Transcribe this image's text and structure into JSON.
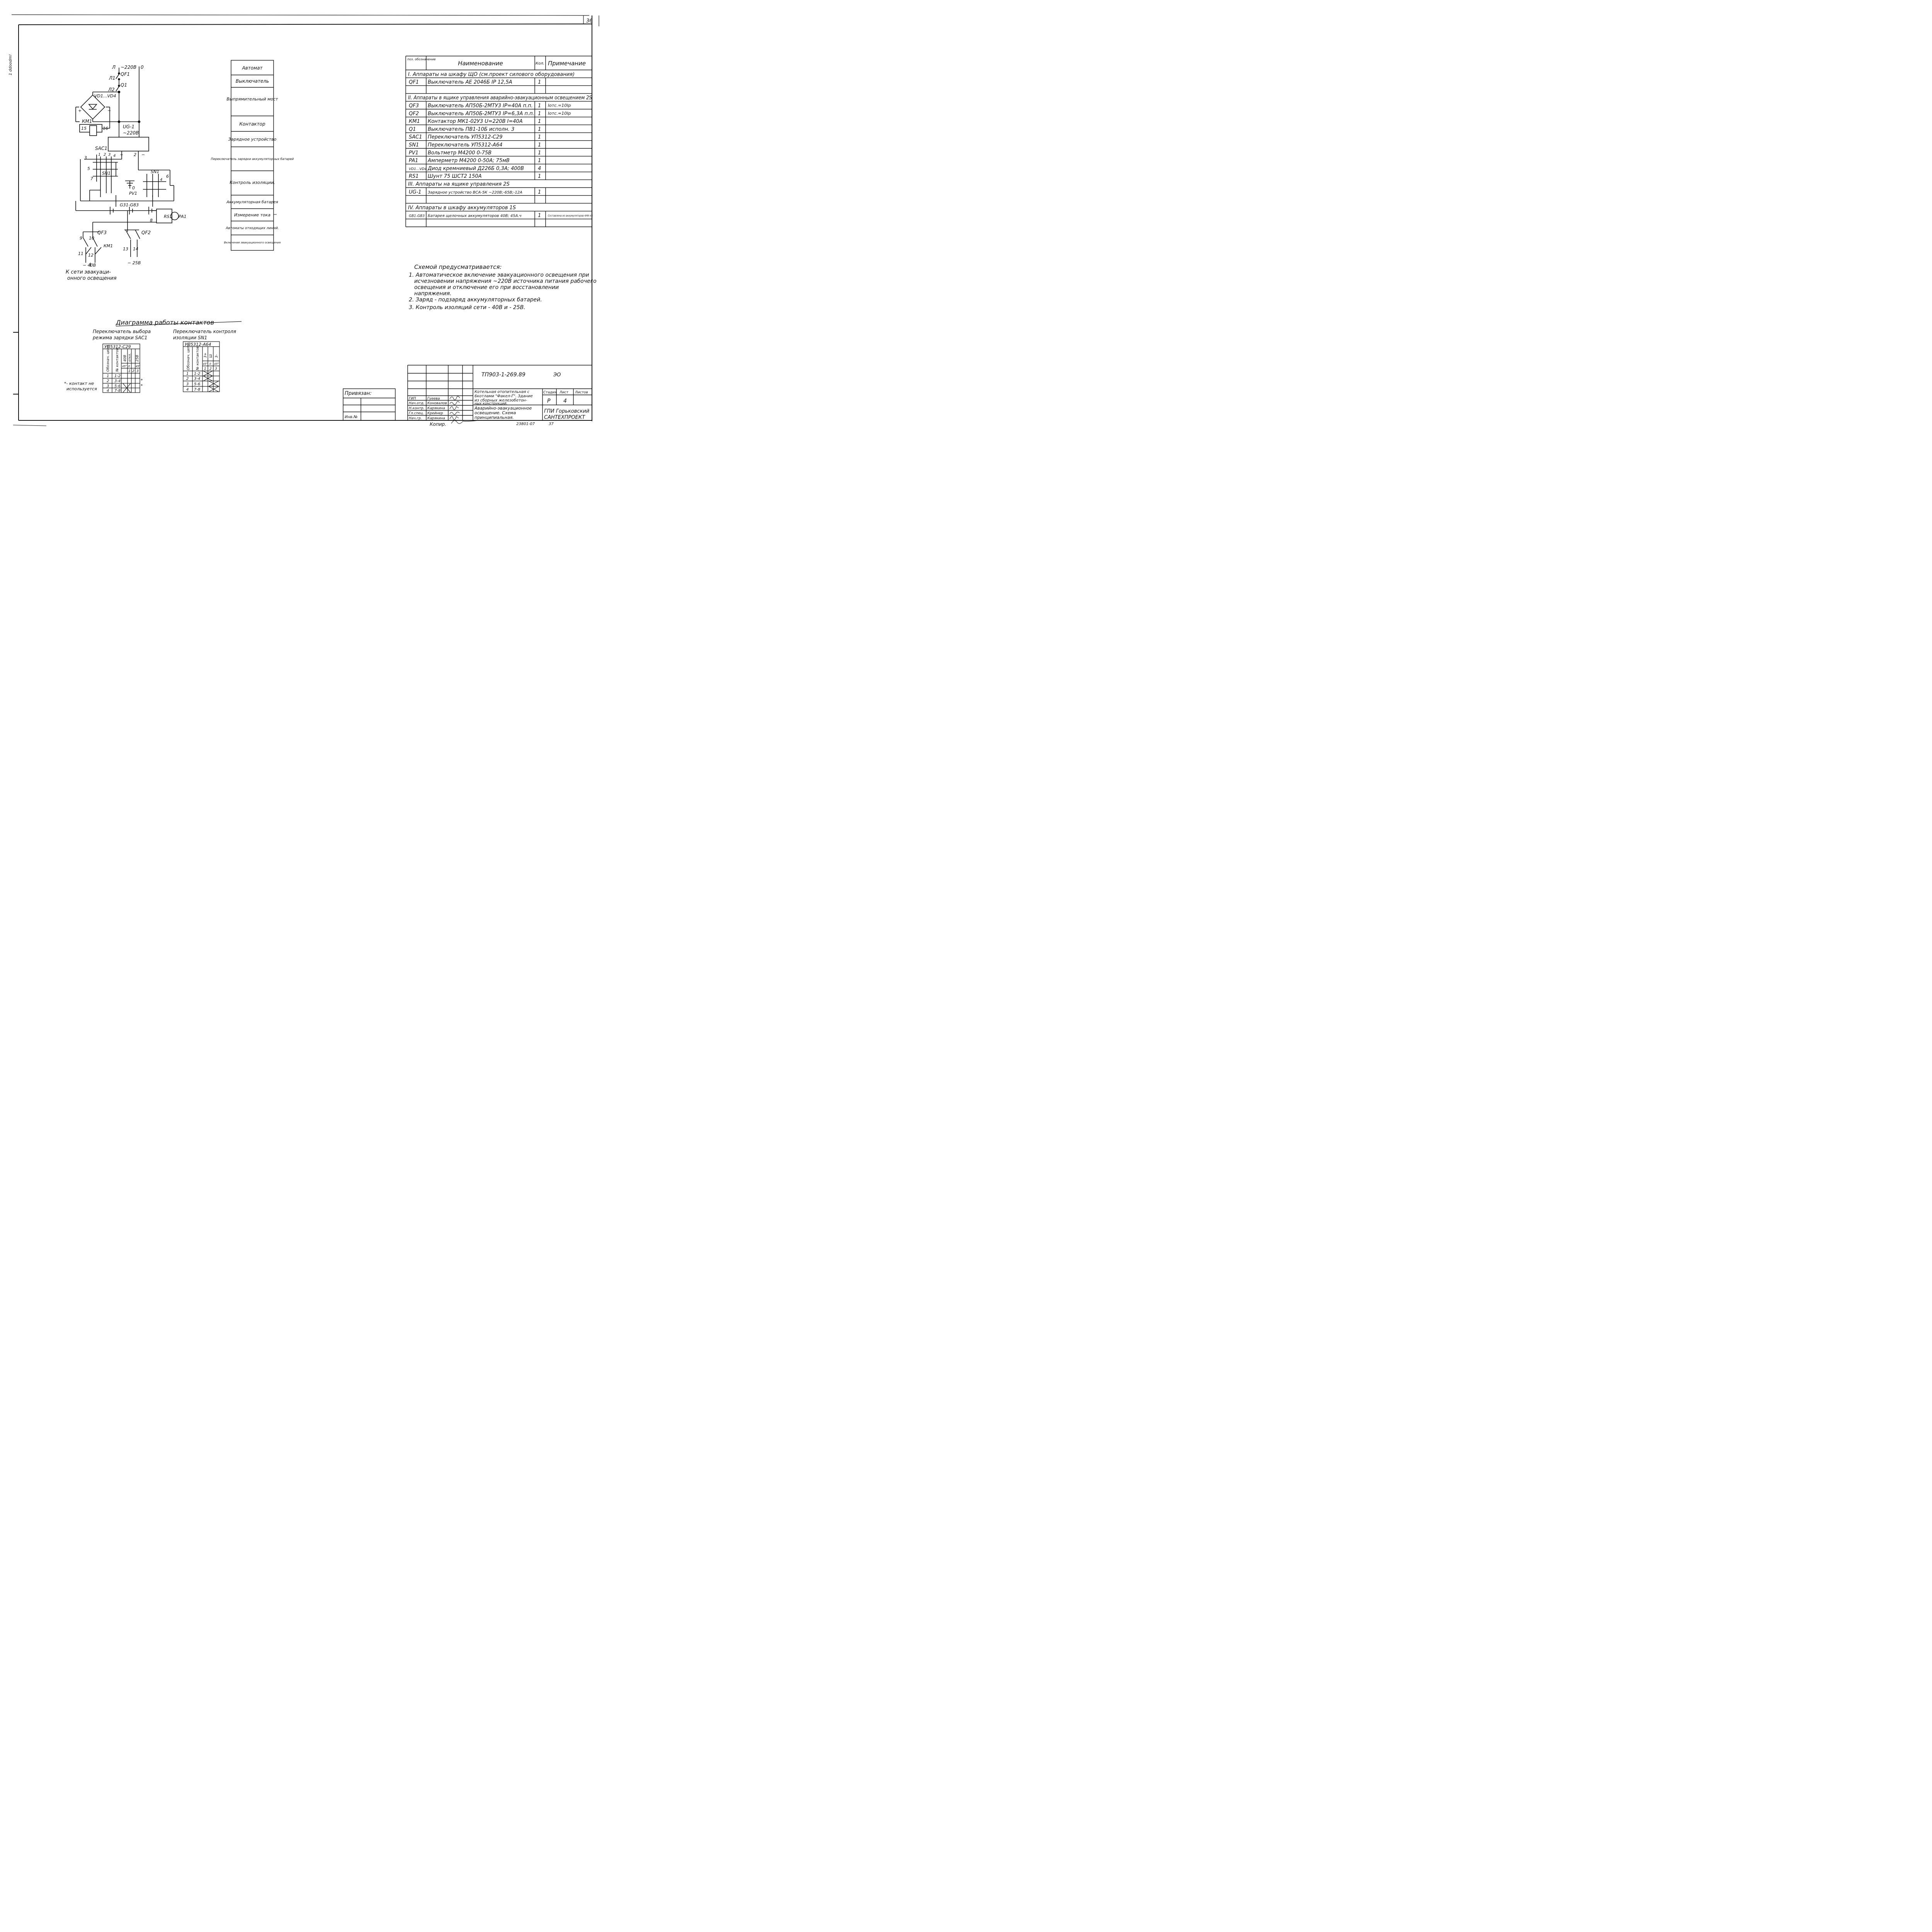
{
  "sheet_number": "36",
  "side_mark": "1 ddoodm!",
  "schematic_labels": {
    "L": "Л",
    "V220": "~220В",
    "zero": "0",
    "QF1": "QF1",
    "L1": "Л1",
    "Q1": "Q1",
    "L2": "Л2",
    "VD": "VD1...VD4",
    "KM1a": "КМ1",
    "k15": "15",
    "k16": "16",
    "UG1": "UG-1",
    "UG1v": "~220В",
    "SAC1": "SAC1",
    "n3": "3",
    "n5": "5",
    "n7": "7",
    "plus": "+",
    "minus": "−",
    "n2": "2",
    "c1": "1",
    "c2": "2",
    "c3": "3",
    "c4": "4",
    "SN1a": "SN1",
    "SN1b": "SN1",
    "n6": "6",
    "n4": "4",
    "z0": "0",
    "PV1": "PV1",
    "G": "G31-G83",
    "RS1": "RS1",
    "PA1": "PA1",
    "n8": "8",
    "QF3": "QF3",
    "n9": "9",
    "n10": "10",
    "KM1b": "КМ1",
    "n11": "11",
    "n12": "12",
    "QF2": "QF2",
    "n13": "13",
    "n14": "14",
    "v40": "− 40В",
    "v25": "− 25В",
    "caption1": "К сети эвакуаци-",
    "caption2": "онного освещения"
  },
  "legend": [
    "Автомат",
    "Выключатель",
    "Выпрямительный мост",
    "Контактор",
    "Зарядное устройство",
    "Переключатель зарядки аккумуляторных батарей",
    "Контроль изоляции.",
    "Аккумуляторная батарея",
    "Измерение тока",
    "Автоматы отходящих линий.",
    "Включение эвакуационного освещения"
  ],
  "spec_table": {
    "headers": {
      "pos": "поз. обозначение",
      "name": "Наименование",
      "qty": "Кол.",
      "note": "Примечание"
    },
    "rows": [
      {
        "section": "I. Аппараты на шкафу ЩО (см.проект силового оборудования)"
      },
      {
        "pos": "QF1",
        "name": "Выключатель АЕ 2046Б  IР 12,5А",
        "qty": "1",
        "note": ""
      },
      {
        "pos": "",
        "name": "",
        "qty": "",
        "note": ""
      },
      {
        "section": "II. Аппараты в ящике управления аварийно-эвакуационным освещением 2S"
      },
      {
        "pos": "QF3",
        "name": "Выключатель АП50Б-2МТУ3 IР=40А п.п.",
        "qty": "1",
        "note": "Iотс.=10Iр"
      },
      {
        "pos": "QF2",
        "name": "Выключатель АП50Б-2МТУ3 IР=6,3А п.п.",
        "qty": "1",
        "note": "Iотс.=10Iр"
      },
      {
        "pos": "КМ1",
        "name": "Контактор МК1-02У3 U=220В I=40А",
        "qty": "1",
        "note": ""
      },
      {
        "pos": "Q1",
        "name": "Выключатель ПВ1-10Б исполн. 3",
        "qty": "1",
        "note": ""
      },
      {
        "pos": "SAC1",
        "name": "Переключатель УП5312-С29",
        "qty": "1",
        "note": ""
      },
      {
        "pos": "SN1",
        "name": "Переключатель УП5312-А64",
        "qty": "1",
        "note": ""
      },
      {
        "pos": "PV1",
        "name": "Вольтметр М4200 0-75В",
        "qty": "1",
        "note": ""
      },
      {
        "pos": "PA1",
        "name": "Амперметр М4200 0-50А; 75мВ",
        "qty": "1",
        "note": ""
      },
      {
        "pos": "VD1...VD4",
        "name": "Диод кремниевый Д226Б 0,3А; 400В",
        "qty": "4",
        "note": ""
      },
      {
        "pos": "RS1",
        "name": "Шунт 75 ШСТ2 150А",
        "qty": "1",
        "note": ""
      },
      {
        "section": "III. Аппараты на ящике управления 2S"
      },
      {
        "pos": "UG-1",
        "name": "Зарядное устройство ВСА-5К ~220В;-65В;-12А",
        "qty": "1",
        "note": ""
      },
      {
        "pos": "",
        "name": "",
        "qty": "",
        "note": ""
      },
      {
        "section": "IV. Аппараты в шкафу аккумуляторов 1S"
      },
      {
        "pos": "GB1-GB3",
        "name": "Батарея щелочных аккумуляторов 40В; 45А.ч",
        "qty": "1",
        "note": "Составлена из аккумуляторов 4НК-45"
      },
      {
        "pos": "",
        "name": "",
        "qty": "",
        "note": ""
      }
    ]
  },
  "notes": {
    "title": "Схемой предусматривается:",
    "items": [
      "1. Автоматическое включение эвакуационного освещения при",
      "исчезновении напряжения ~220В источника питания рабочего",
      "освещения и отключение его при восстановлении",
      "напряжения.",
      "2. Заряд - подзаряд аккумуляторных батарей.",
      "3. Контроль изоляций сети - 40В и - 25В."
    ]
  },
  "diagram": {
    "title": "Диаграмма работы контактов",
    "sub1": "Переключатель выбора режима зарядки SAС1",
    "sub1a": "Переключатель выбора",
    "sub1b": "режима зарядки SAС1",
    "sub2a": "Переключатель контроля",
    "sub2b": "изоляции SN1",
    "note1": "*- контакт не",
    "note2": "используется",
    "star": "*",
    "table1": {
      "model": "УП5312-С29",
      "h_chain": "Обознач. цепи",
      "h_contact": "№ контактов",
      "h_40": "40В",
      "h_off": "откл.",
      "h_25": "25В",
      "angles": [
        "45°",
        "0",
        "45°"
      ],
      "pos": [
        "1",
        "2",
        "3"
      ],
      "rows": [
        [
          "1",
          "1-2"
        ],
        [
          "2",
          "3-4"
        ],
        [
          "3",
          "5-6"
        ],
        [
          "4",
          "7-8"
        ]
      ]
    },
    "table2": {
      "model": "УП5312-А64",
      "h_chain": "Обознач. цепи",
      "h_contact": "№ контактов",
      "h_3p": "3+",
      "h_sh": "Ш",
      "h_3m": "3-",
      "angles": [
        "45°",
        "0",
        "45°"
      ],
      "pos": [
        "1",
        "2",
        "3"
      ],
      "rows": [
        [
          "1",
          "1-2"
        ],
        [
          "2",
          "3-4"
        ],
        [
          "3",
          "5-6"
        ],
        [
          "4",
          "7-8"
        ]
      ]
    }
  },
  "title_block": {
    "code": "ТП903-1-269.89",
    "mark": "ЭО",
    "project": "Котельная отопительная с 6 котлами \"Факел-Г\". Здание из сборных железобетон-ных конструкций.",
    "project_l1": "Котельная отопительная с",
    "project_l2": "6котлами \"Факел-Г\". Здание",
    "project_l3": "из сборных железобетон-",
    "project_l4": "ных конструкций.",
    "sheet_title_l1": "Аварийно-эвакуационное",
    "sheet_title_l2": "освещение. Схема",
    "sheet_title_l3": "принципиальная.",
    "stage_h": "Стадия",
    "sheet_h": "Лист",
    "sheets_h": "Листов",
    "stage": "Р",
    "sheet": "4",
    "sheets": "",
    "org_l1": "ГПИ Горьковский",
    "org_l2": "САНТЕХПРОЕКТ",
    "bound": "Привязан:",
    "inv": "Инв.№",
    "roles": [
      {
        "role": "ГИП",
        "name": "Гуеева"
      },
      {
        "role": "Нач.отд.",
        "name": "Коновалов"
      },
      {
        "role": "Н.контр.",
        "name": "Карякина"
      },
      {
        "role": "Гл.спец.",
        "name": "Крейнер"
      },
      {
        "role": "Нач.гр.",
        "name": "Карякина"
      }
    ]
  },
  "footer": {
    "copy": "Копир.",
    "number": "23801-07",
    "page": "37"
  }
}
